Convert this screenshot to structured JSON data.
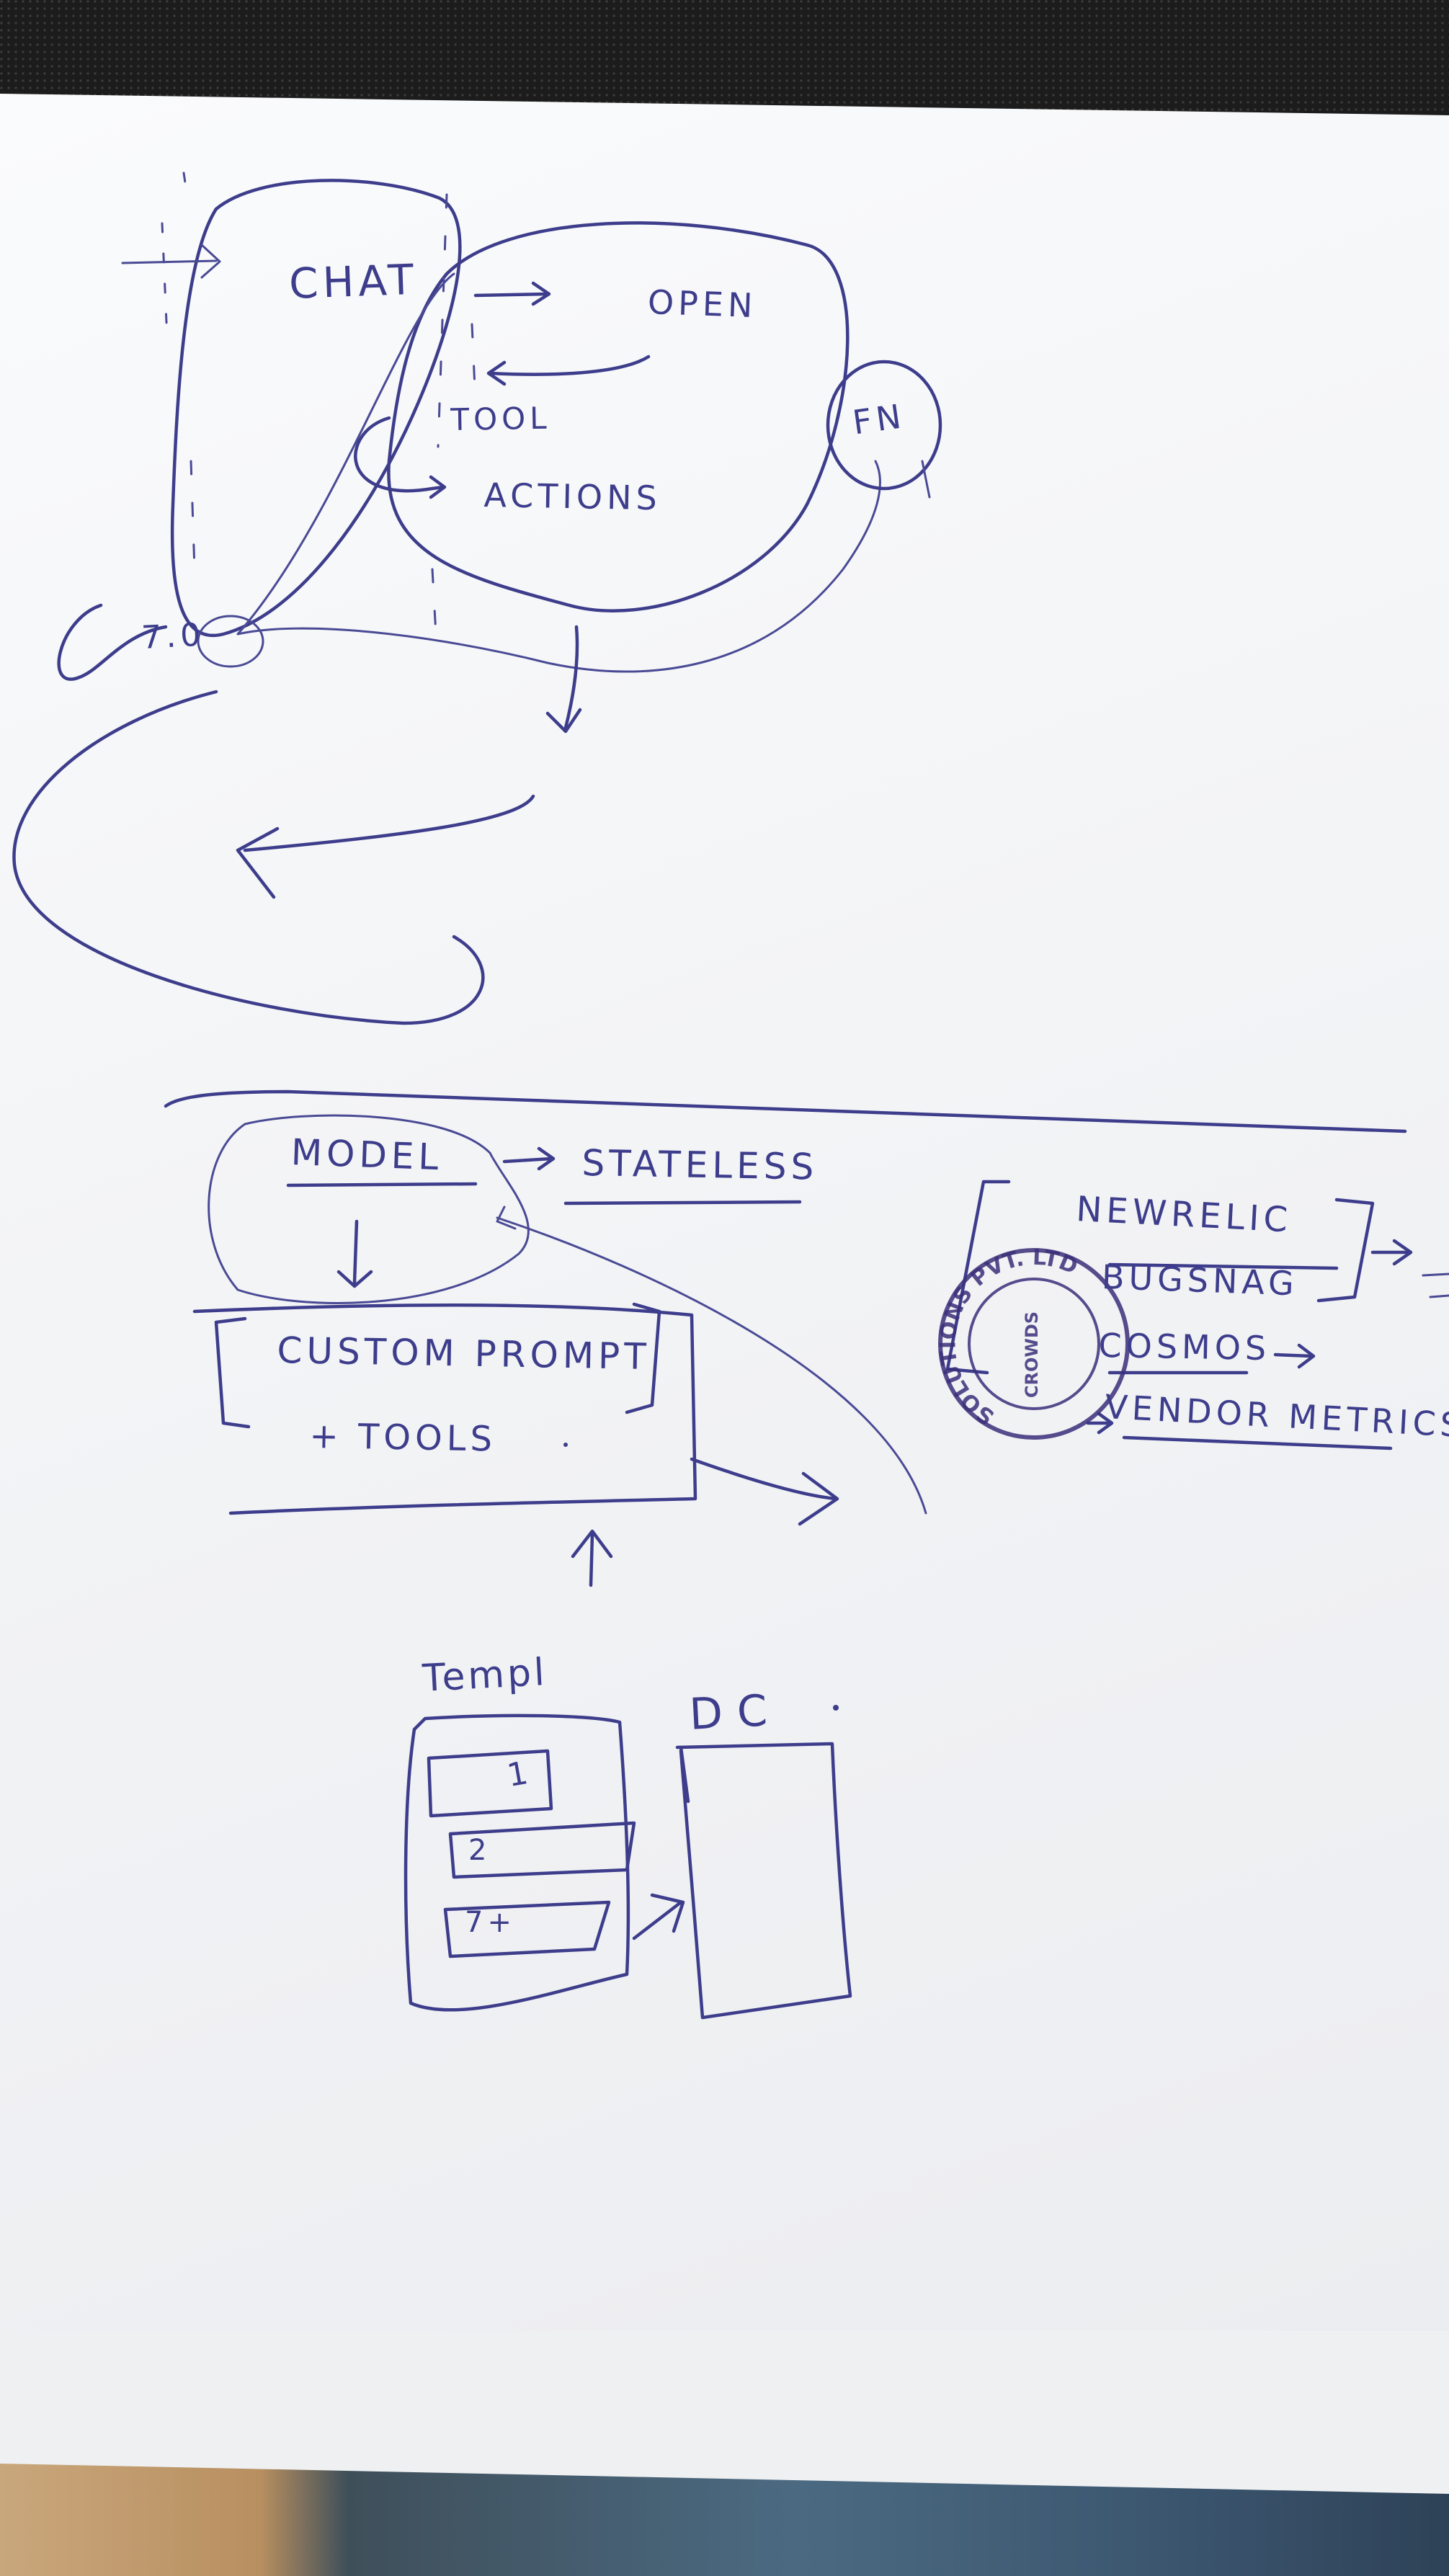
{
  "labels": {
    "chat": "CHAT",
    "open": "OPEN",
    "tool": "TOOL",
    "actions": "ACTIONS",
    "fn": "FN",
    "model": "MODEL",
    "stateless": "STATELESS",
    "custom_prompt": "CUSTOM PROMPT",
    "tools": "+ TOOLS",
    "newrelic": "NEWRELIC",
    "bugsnag": "BUGSNAG",
    "cosmos": "COSMOS",
    "vendor_metrics": "VENDOR METRICS",
    "template": "Templ",
    "dc": "DC",
    "loop_mark": "7.0",
    "row_1": "1",
    "row_2": "2",
    "row_3": "7+"
  },
  "stamp": {
    "text": "SOLUTIONS PVT. LTD",
    "inner": "CROWDS",
    "color": "#3b2f7a"
  },
  "colors": {
    "ink": "#3d3d8c",
    "paper": "#f4f5f7"
  }
}
